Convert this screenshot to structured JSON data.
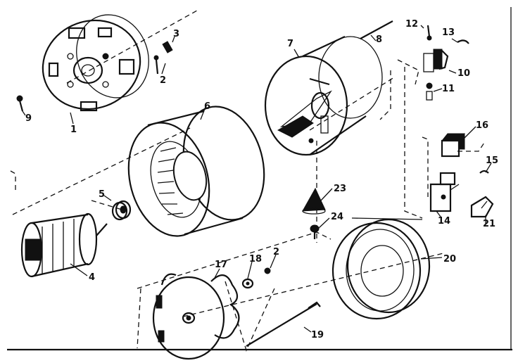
{
  "diagram": {
    "labels": {
      "p1": "1",
      "p2a": "2",
      "p2b": "2",
      "p3": "3",
      "p4": "4",
      "p5": "5",
      "p6": "6",
      "p7": "7",
      "p8": "8",
      "p9": "9",
      "p10": "10",
      "p11": "11",
      "p12": "12",
      "p13": "13",
      "p14": "14",
      "p15": "15",
      "p16": "16",
      "p17": "17",
      "p18": "18",
      "p19": "19",
      "p20": "20",
      "p21": "21",
      "p23": "23",
      "p24": "24"
    }
  }
}
